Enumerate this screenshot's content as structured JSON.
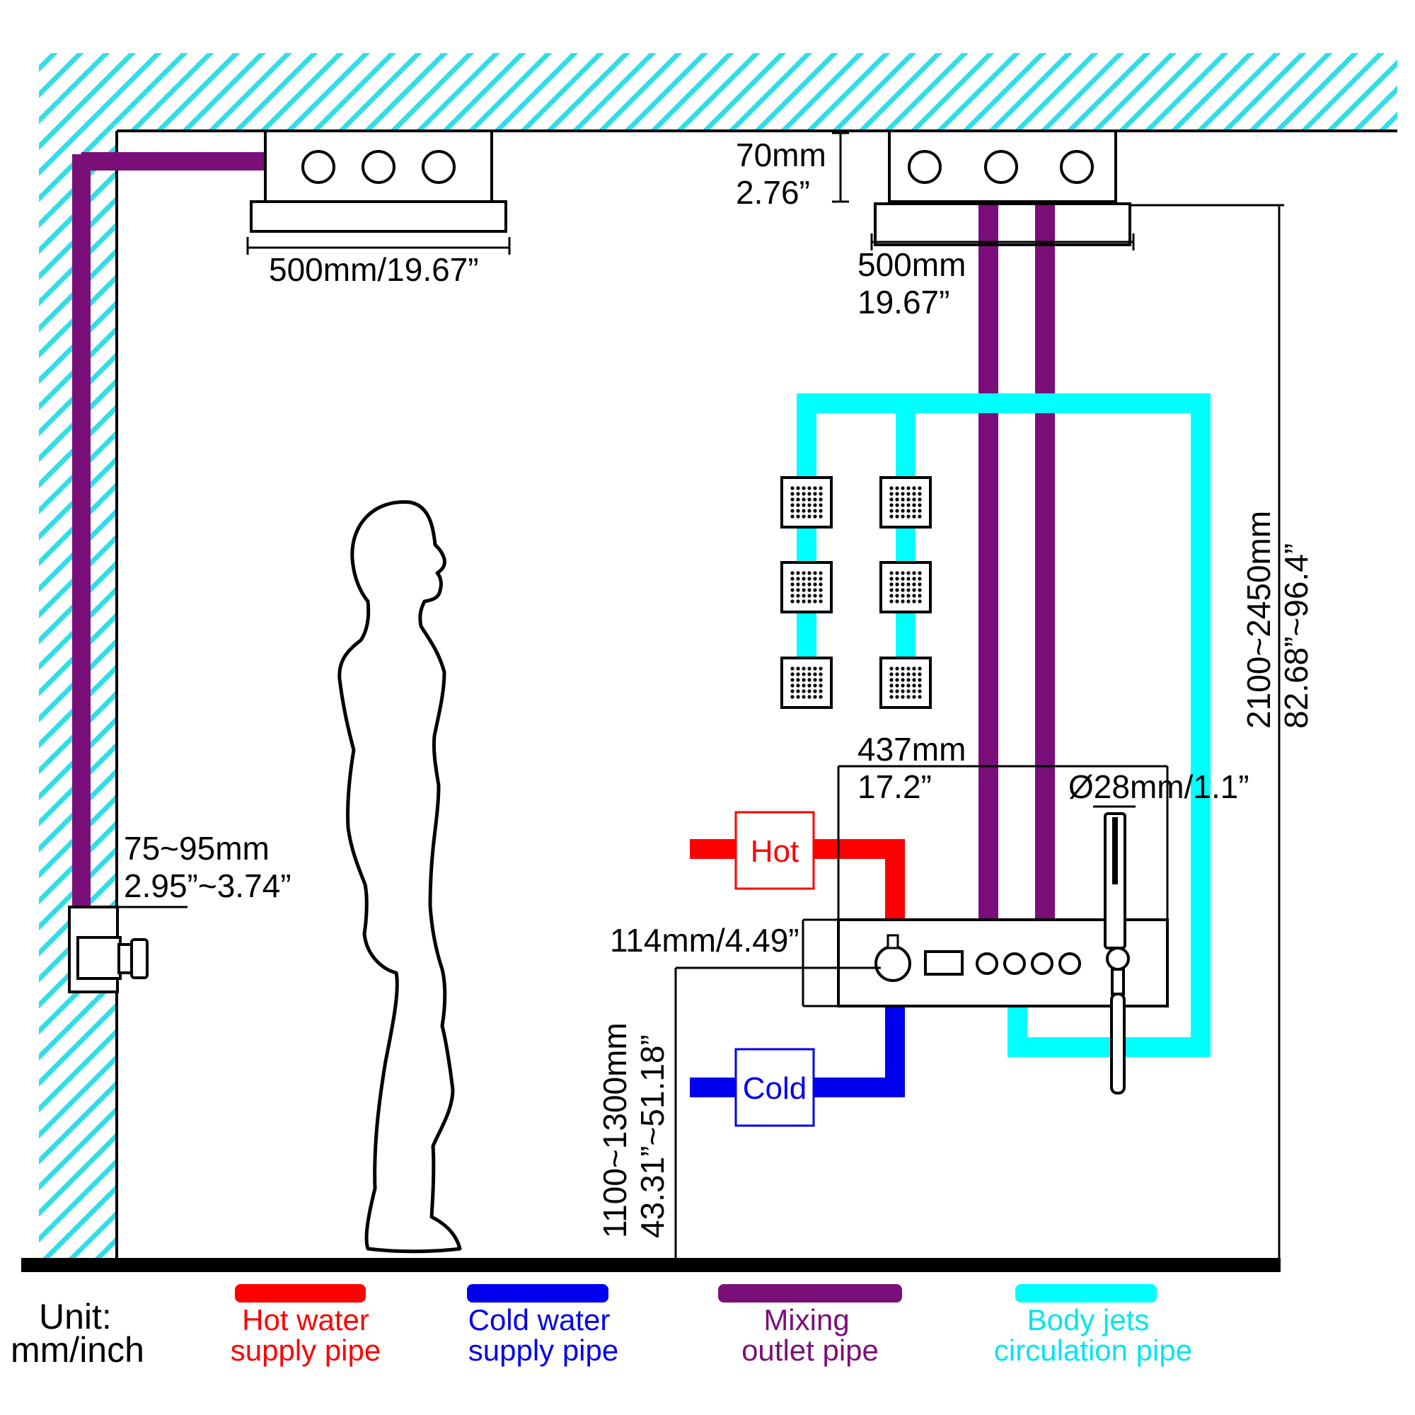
{
  "colors": {
    "hot": "#ff0000",
    "cold": "#0000ee",
    "mixing": "#7a0f7a",
    "bodyjets": "#00ffff",
    "hatch": "#33dde8",
    "ink": "#000000"
  },
  "dimensions": {
    "ceiling_left_width": "500mm/19.67”",
    "ceiling_right_height_mm": "70mm",
    "ceiling_right_height_in": "2.76”",
    "ceiling_right_width_mm": "500mm",
    "ceiling_right_width_in": "19.67”",
    "total_height_mm": "2100~2450mm",
    "total_height_in": "82.68”~96.4”",
    "panel_width_mm": "437mm",
    "panel_width_in": "17.2”",
    "handheld_diameter": "Ø28mm/1.1”",
    "wall_depth_mm": "75~95mm",
    "wall_depth_in": "2.95”~3.74”",
    "panel_height": "114mm/4.49”",
    "install_height_mm": "1100~1300mm",
    "install_height_in": "43.31”~51.18”"
  },
  "labels": {
    "hot": "Hot",
    "cold": "Cold"
  },
  "unit": {
    "line1": "Unit:",
    "line2": "mm/inch"
  },
  "legend": [
    {
      "line1": "Hot water",
      "line2": "supply pipe",
      "color": "#ff0000"
    },
    {
      "line1": "Cold water",
      "line2": "supply pipe",
      "color": "#0000ee"
    },
    {
      "line1": "Mixing",
      "line2": "outlet pipe",
      "color": "#7a0f7a"
    },
    {
      "line1": "Body jets",
      "line2": "circulation pipe",
      "color": "#00ffff"
    }
  ]
}
